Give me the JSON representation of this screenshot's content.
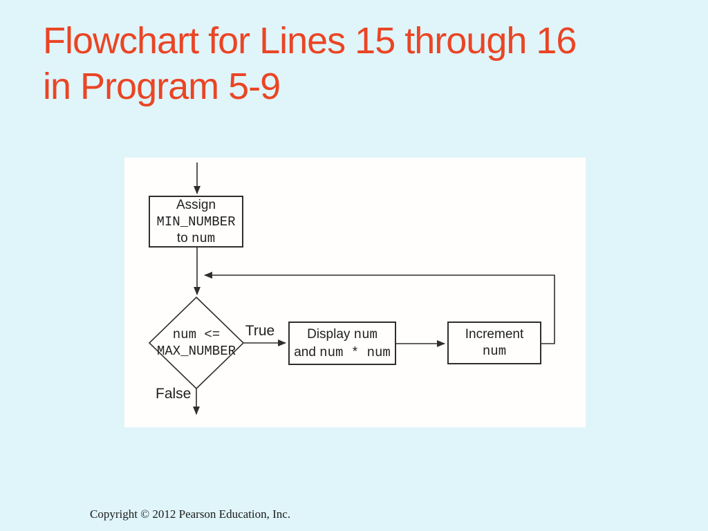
{
  "slide": {
    "title_line1": "Flowchart for Lines 15 through 16",
    "title_line2": "in Program 5-9",
    "footer": "Copyright © 2012 Pearson Education, Inc."
  },
  "colors": {
    "background": "#e0f5fa",
    "title": "#ea4525",
    "panel_background": "#fffefc",
    "line": "#2e2e2e",
    "text": "#1f1f1f"
  },
  "flowchart": {
    "assign_box": {
      "line1": "Assign",
      "line2": "MIN_NUMBER",
      "line3_word": "to ",
      "line3_code": "num"
    },
    "decision": {
      "line1": "num <=",
      "line2": "MAX_NUMBER"
    },
    "true_label": "True",
    "false_label": "False",
    "display_box": {
      "line1_word": "Display ",
      "line1_code": "num",
      "line2_word": "and ",
      "line2_code": "num * num"
    },
    "increment_box": {
      "line1": "Increment",
      "line2": "num"
    }
  }
}
